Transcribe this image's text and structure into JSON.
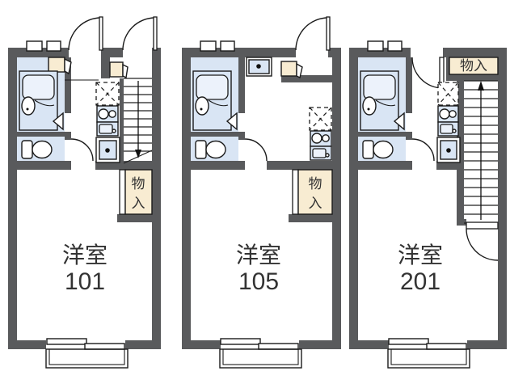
{
  "floorplan": {
    "units": [
      {
        "id": "unit-101",
        "room_type": "洋室",
        "room_number": "101",
        "closet_label": "物入",
        "closet_chars": [
          "物",
          "入"
        ]
      },
      {
        "id": "unit-105",
        "room_type": "洋室",
        "room_number": "105",
        "closet_label": "物入",
        "closet_chars": [
          "物",
          "入"
        ]
      },
      {
        "id": "unit-201",
        "room_type": "洋室",
        "room_number": "201",
        "closet_label": "物入",
        "closet_chars": [
          "物",
          "入"
        ]
      }
    ]
  },
  "colors": {
    "wall": "#595a5c",
    "fixture-blue": "#d9e5f4",
    "fixture-blue-light": "#ecf2fb",
    "closet-beige": "#f8ecd2",
    "line": "#1b1b1b",
    "label": "#333333"
  }
}
